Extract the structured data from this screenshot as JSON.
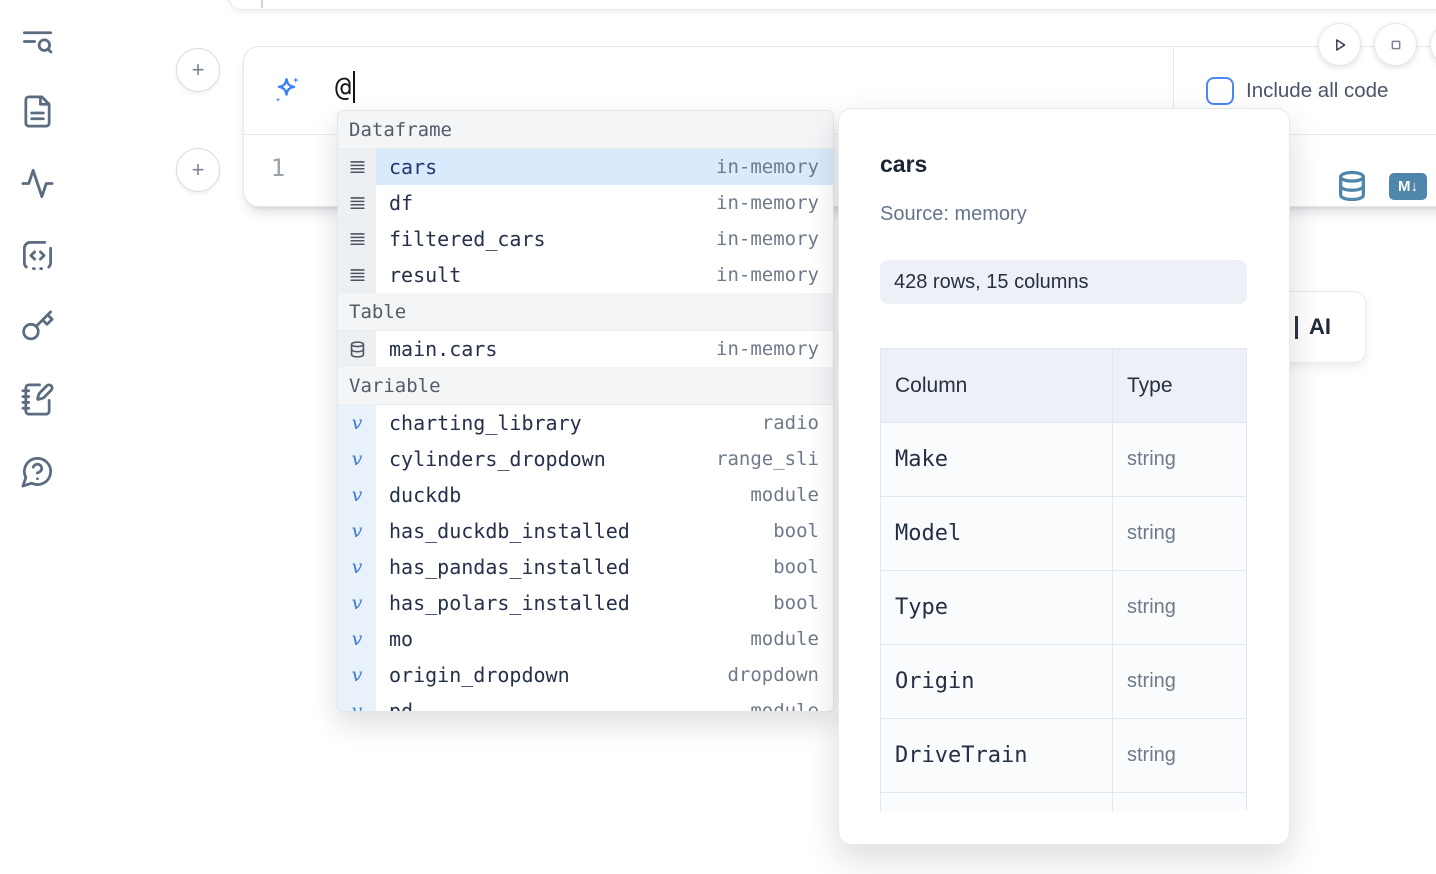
{
  "colors": {
    "accent_blue": "#3b82f6",
    "steel_blue": "#4f86ac",
    "selected_row_bg": "#d8eafc",
    "checkbox_blue": "#4c86f7"
  },
  "sidebar": {
    "items": [
      {
        "icon": "text-search-icon"
      },
      {
        "icon": "file-document-icon"
      },
      {
        "icon": "activity-icon"
      },
      {
        "icon": "code-snippet-icon"
      },
      {
        "icon": "key-icon"
      },
      {
        "icon": "notebook-pen-icon"
      },
      {
        "icon": "help-chat-icon"
      }
    ]
  },
  "toolbar": {
    "include_all_code_label": "Include all code",
    "include_all_code_checked": false
  },
  "add_cell_button_label": "+",
  "ai_input": {
    "value": "@"
  },
  "editor": {
    "line_number": "1"
  },
  "cell_actions": {
    "markdown_badge": "M↓"
  },
  "hidden_card": {
    "label": "AI"
  },
  "autocomplete": {
    "variable_glyph": "v",
    "sections": [
      {
        "label": "Dataframe",
        "items": [
          {
            "name": "cars",
            "type": "in-memory",
            "selected": true
          },
          {
            "name": "df",
            "type": "in-memory"
          },
          {
            "name": "filtered_cars",
            "type": "in-memory"
          },
          {
            "name": "result",
            "type": "in-memory"
          }
        ]
      },
      {
        "label": "Table",
        "items": [
          {
            "name": "main.cars",
            "type": "in-memory"
          }
        ]
      },
      {
        "label": "Variable",
        "items": [
          {
            "name": "charting_library",
            "type": "radio"
          },
          {
            "name": "cylinders_dropdown",
            "type": "range_sli"
          },
          {
            "name": "duckdb",
            "type": "module"
          },
          {
            "name": "has_duckdb_installed",
            "type": "bool"
          },
          {
            "name": "has_pandas_installed",
            "type": "bool"
          },
          {
            "name": "has_polars_installed",
            "type": "bool"
          },
          {
            "name": "mo",
            "type": "module"
          },
          {
            "name": "origin_dropdown",
            "type": "dropdown"
          },
          {
            "name": "pd",
            "type": "module"
          }
        ]
      }
    ]
  },
  "preview": {
    "title": "cars",
    "source": "Source: memory",
    "shape": "428 rows, 15 columns",
    "table": {
      "headers": [
        "Column",
        "Type"
      ],
      "rows": [
        {
          "column": "Make",
          "type": "string"
        },
        {
          "column": "Model",
          "type": "string"
        },
        {
          "column": "Type",
          "type": "string"
        },
        {
          "column": "Origin",
          "type": "string"
        },
        {
          "column": "DriveTrain",
          "type": "string"
        }
      ]
    }
  }
}
